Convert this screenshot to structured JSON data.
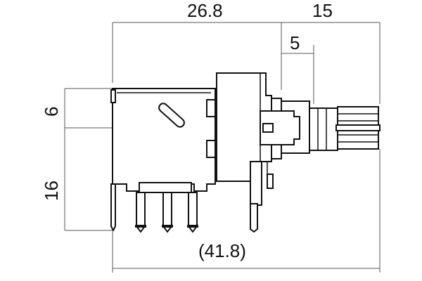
{
  "drawing": {
    "dimensions": {
      "body_length": "26.8",
      "shaft_length": "15",
      "shaft_flat": "5",
      "upper_height": "6",
      "lower_height": "16",
      "overall_length": "(41.8)"
    },
    "colors": {
      "line": "#111111",
      "dimension_line": "#555555",
      "background": "#ffffff"
    }
  }
}
